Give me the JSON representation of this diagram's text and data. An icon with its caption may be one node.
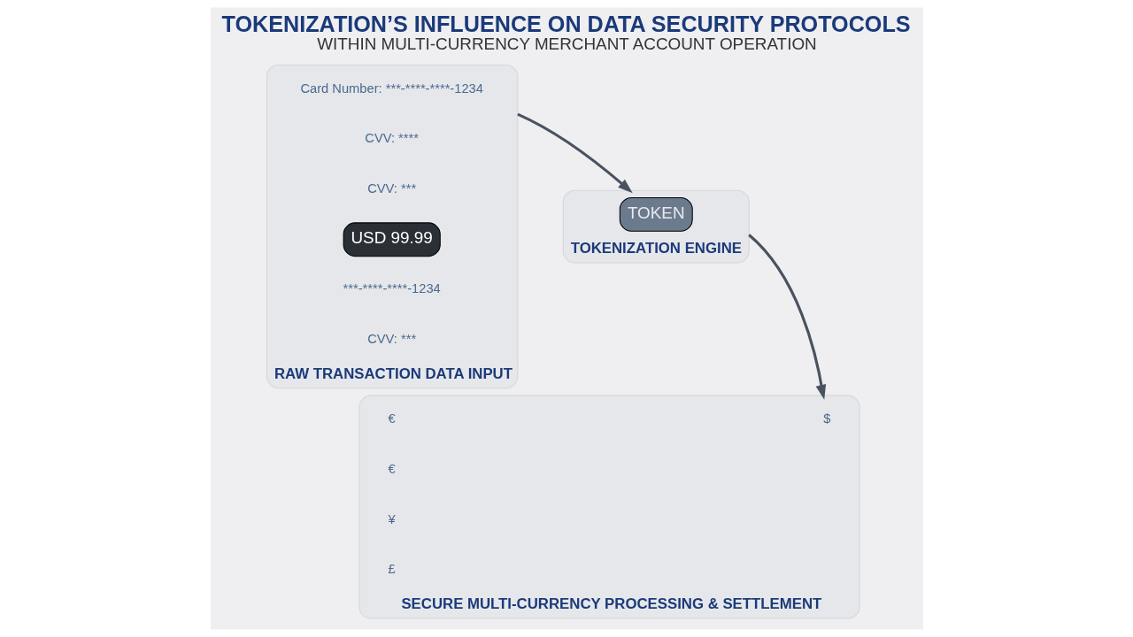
{
  "diagram": {
    "title": "TOKENIZATION’S INFLUENCE ON DATA SECURITY PROTOCOLS",
    "caption": "WITHIN MULTI-CURRENCY MERCHANT ACCOUNT OPERATION",
    "nodes": [
      {
        "text": [
          "RAW TRANSACTION DATA INPUT"
        ]
      },
      {
        "text": [
          "TOKENIZATION ENGINE"
        ]
      },
      {
        "text": [
          "SECURE MULTI-CURRENCY PROCESSING & SETTLEMENT"
        ]
      }
    ],
    "edges": [
      {
        "from": 0,
        "to": 1,
        "arrow": "to"
      },
      {
        "from": 1,
        "to": 2,
        "arrow": "to"
      }
    ],
    "labels": [
      "Card Number: ***-****-****-1234",
      "CVV: ****",
      "CVV: ***",
      "USD 99.99",
      "***-****-****-1234",
      "CVV: ***",
      "TOKEN",
      "$",
      "€",
      "€",
      "¥",
      "£"
    ]
  }
}
